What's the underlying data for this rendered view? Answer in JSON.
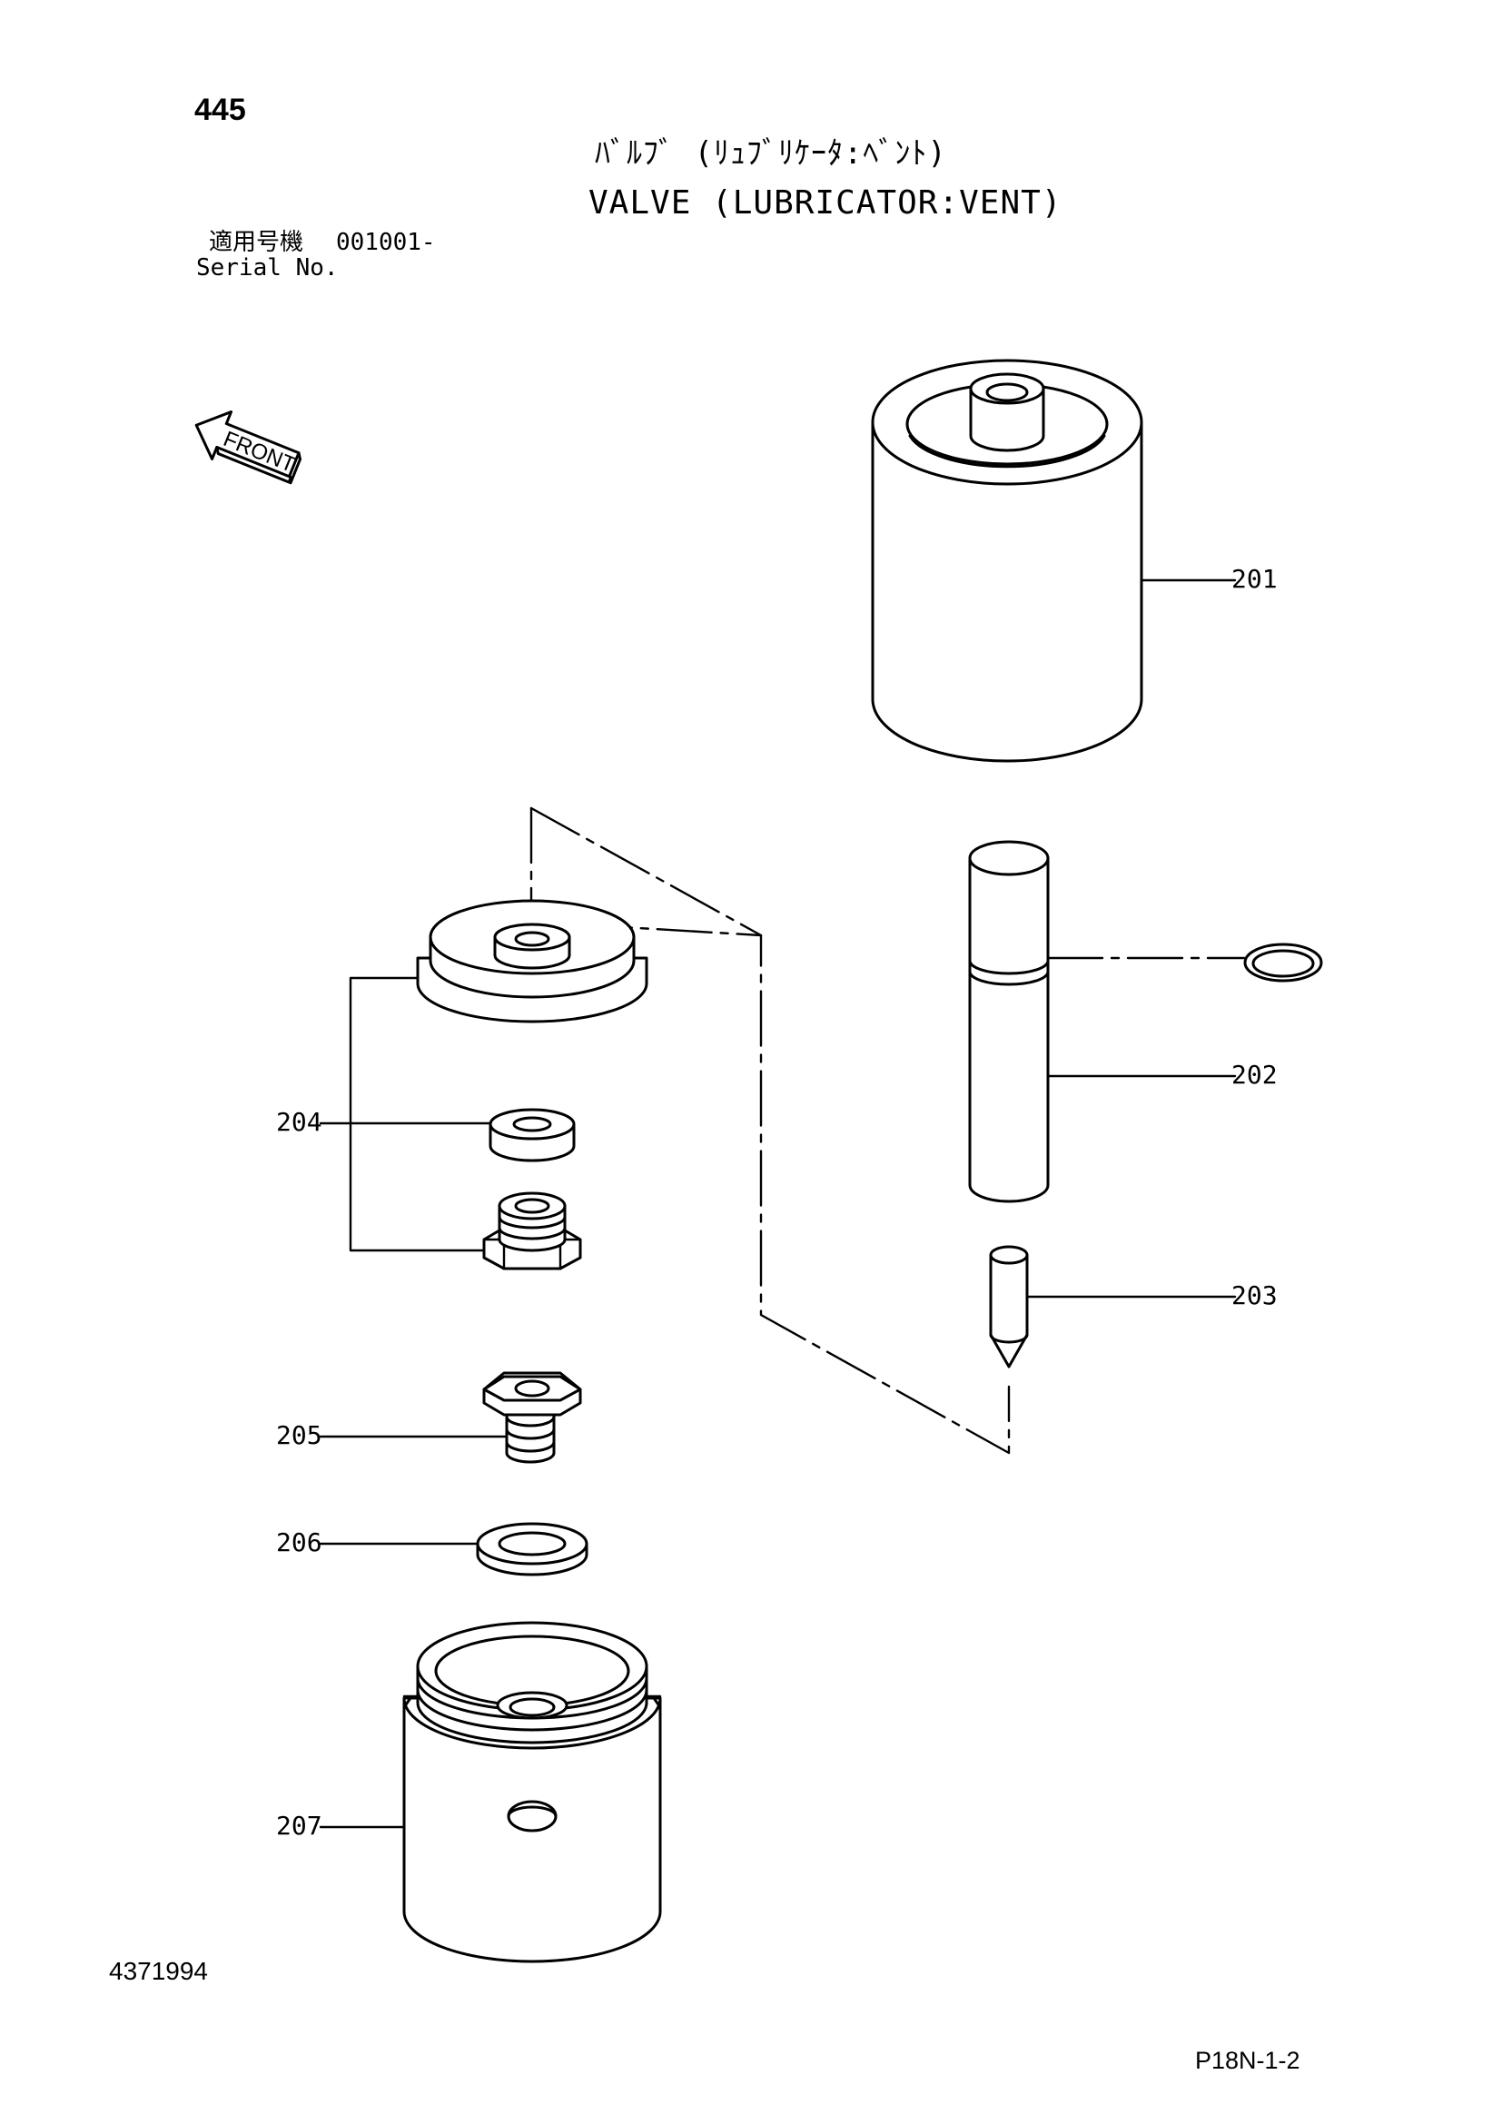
{
  "header": {
    "page_number": "445",
    "title_jp": "ﾊﾞﾙﾌﾞ (ﾘｭﾌﾞﾘｹｰﾀ:ﾍﾞﾝﾄ)",
    "title_en": "VALVE (LUBRICATOR:VENT)",
    "serial_label_jp": "適用号機",
    "serial_range": "001001-",
    "serial_label_en": "Serial No."
  },
  "front_arrow_label": "FRONT",
  "callouts": {
    "p201": "201",
    "p202": "202",
    "p203": "203",
    "p204": "204",
    "p205": "205",
    "p206": "206",
    "p207": "207"
  },
  "footer": {
    "doc_number": "4371994",
    "sheet_code": "P18N-1-2"
  }
}
